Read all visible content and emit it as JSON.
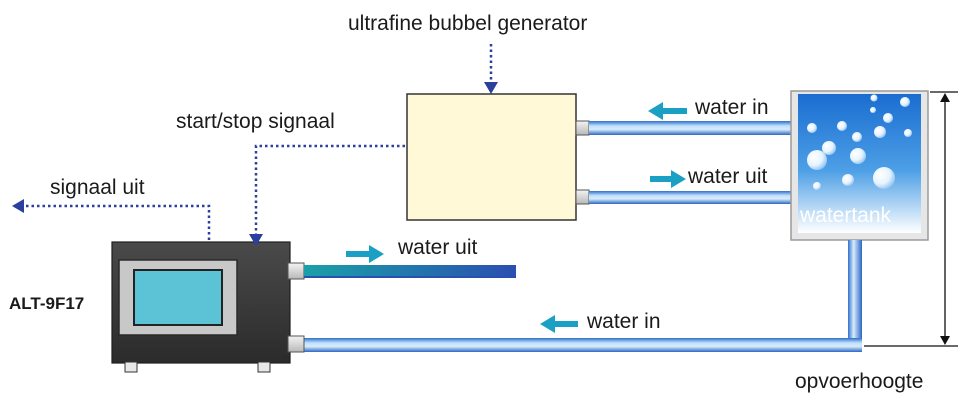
{
  "labels": {
    "generator_title": "ultrafine bubbel generator",
    "start_stop": "start/stop signaal",
    "signal_out": "signaal uit",
    "device_model": "ALT-9F17",
    "water_in_top": "water in",
    "water_out_top": "water uit",
    "water_out_device": "water uit",
    "water_in_bottom": "water in",
    "tank": "watertank",
    "head": "opvoerhoogte"
  },
  "colors": {
    "pipe_light": "#d9ecfb",
    "pipe_mid": "#4a86d8",
    "pipe_dark": "#1e5fb8",
    "arrow_teal": "#1aa0c4",
    "signal_dotted": "#2a3f9e",
    "generator_fill": "#fff9d8",
    "device_body": "#3a3a3a",
    "screen_cyan": "#5cc3d6",
    "tank_top": "#1f73d4",
    "tank_bottom": "#ffffff"
  }
}
